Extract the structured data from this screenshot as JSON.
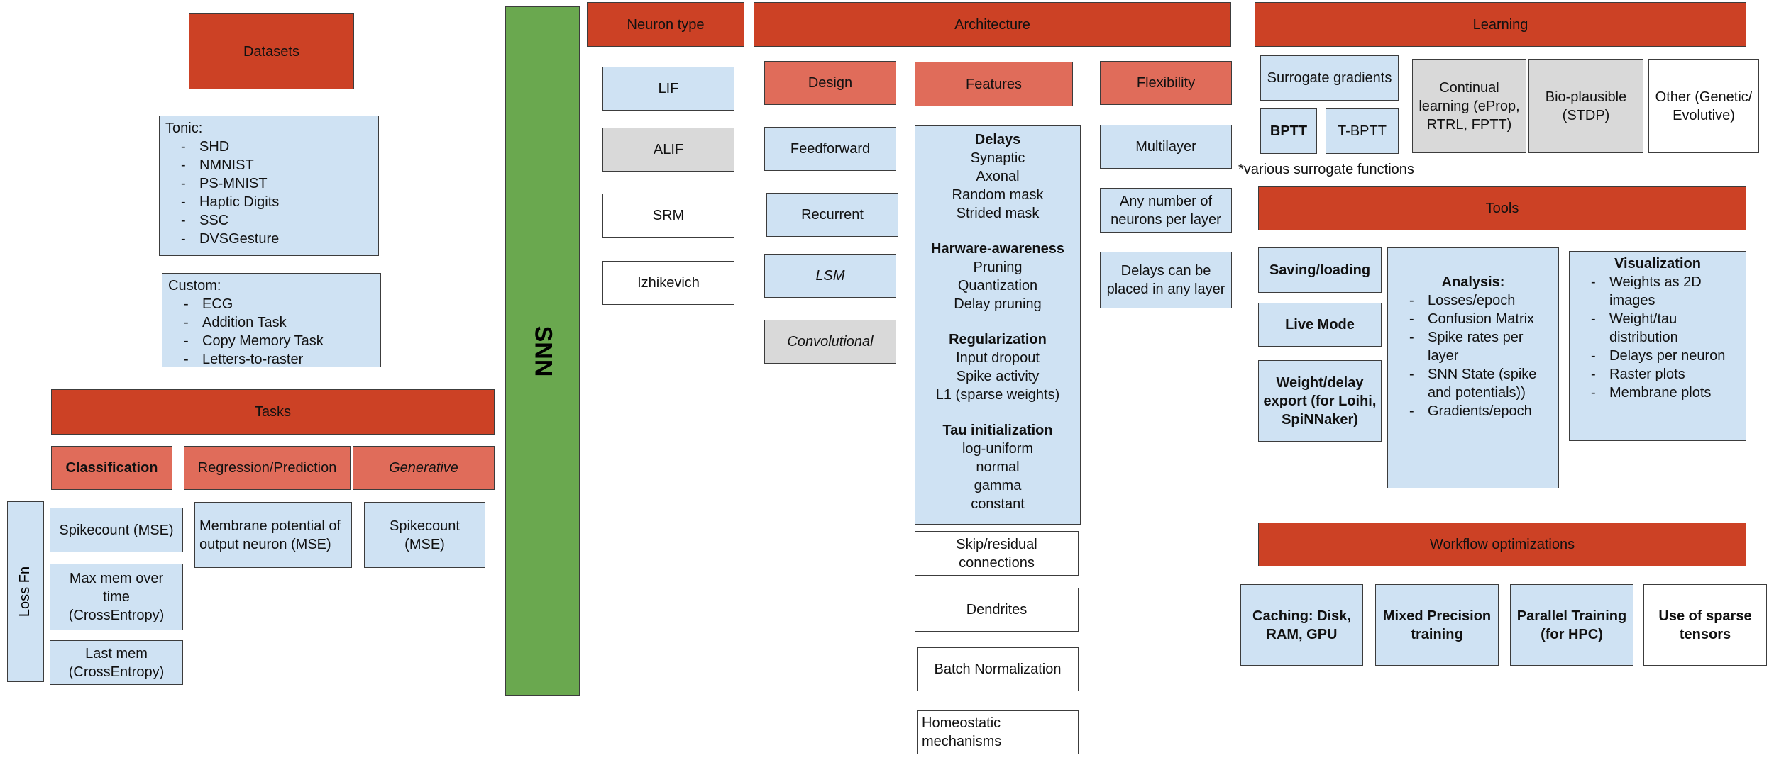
{
  "snn": "SNN",
  "datasets": {
    "header": "Datasets",
    "tonic_title": "Tonic:",
    "tonic": [
      "SHD",
      "NMNIST",
      "PS-MNIST",
      "Haptic Digits",
      "SSC",
      "DVSGesture"
    ],
    "custom_title": "Custom:",
    "custom": [
      "ECG",
      "Addition Task",
      "Copy Memory Task",
      "Letters-to-raster"
    ]
  },
  "tasks": {
    "header": "Tasks",
    "classification": "Classification",
    "regression": "Regression/Prediction",
    "generative": "Generative",
    "loss_fn": "Loss Fn",
    "class_losses": [
      "Spikecount (MSE)",
      "Max mem over time (CrossEntropy)",
      "Last mem (CrossEntropy)"
    ],
    "regression_loss": "Membrane potential of output neuron (MSE)",
    "generative_loss": "Spikecount (MSE)"
  },
  "neuron": {
    "header": "Neuron type",
    "types": [
      "LIF",
      "ALIF",
      "SRM",
      "Izhikevich"
    ]
  },
  "architecture": {
    "header": "Architecture",
    "design": {
      "header": "Design",
      "items": [
        "Feedforward",
        "Recurrent",
        "LSM",
        "Convolutional"
      ]
    },
    "features": {
      "header": "Features",
      "groups": [
        {
          "title": "Delays",
          "items": [
            "Synaptic",
            "Axonal",
            "Random mask",
            "Strided mask"
          ]
        },
        {
          "title": "Harware-awareness",
          "items": [
            "Pruning",
            "Quantization",
            "Delay pruning"
          ]
        },
        {
          "title": "Regularization",
          "items": [
            "Input dropout",
            "Spike activity",
            "L1 (sparse weights)"
          ]
        },
        {
          "title": "Tau initialization",
          "items": [
            "log-uniform",
            "normal",
            "gamma",
            "constant"
          ]
        }
      ],
      "extras": [
        "Skip/residual connections",
        "Dendrites",
        "Batch Normalization",
        "Homeostatic mechanisms"
      ]
    },
    "flexibility": {
      "header": "Flexibility",
      "items": [
        "Multilayer",
        "Any number of neurons per layer",
        "Delays can be placed in any layer"
      ]
    }
  },
  "learning": {
    "header": "Learning",
    "surrogate": "Surrogate gradients",
    "bptt": "BPTT",
    "tbptt": "T-BPTT",
    "continual": "Continual learning (eProp, RTRL, FPTT)",
    "bio": "Bio-plausible (STDP)",
    "other": "Other (Genetic/ Evolutive)",
    "note": "*various surrogate functions"
  },
  "tools": {
    "header": "Tools",
    "saving": "Saving/loading",
    "live": "Live Mode",
    "export": "Weight/delay export (for Loihi, SpiNNaker)",
    "analysis_title": "Analysis:",
    "analysis": [
      "Losses/epoch",
      "Confusion Matrix",
      "Spike rates per layer",
      "SNN State (spike and potentials))",
      "Gradients/epoch"
    ],
    "visualization_title": "Visualization",
    "visualization": [
      "Weights as 2D images",
      "Weight/tau distribution",
      "Delays per neuron",
      "Raster plots",
      "Membrane plots"
    ]
  },
  "workflow": {
    "header": "Workflow optimizations",
    "items": [
      "Caching: Disk, RAM, GPU",
      "Mixed Precision training",
      "Parallel Training (for HPC)",
      "Use of sparse tensors"
    ]
  },
  "colors": {
    "header_red": "#cc4125",
    "sub_salmon": "#e06c5a",
    "light_blue": "#cfe2f3",
    "grey": "#d9d9d9",
    "snn_green": "#6aa84f"
  }
}
